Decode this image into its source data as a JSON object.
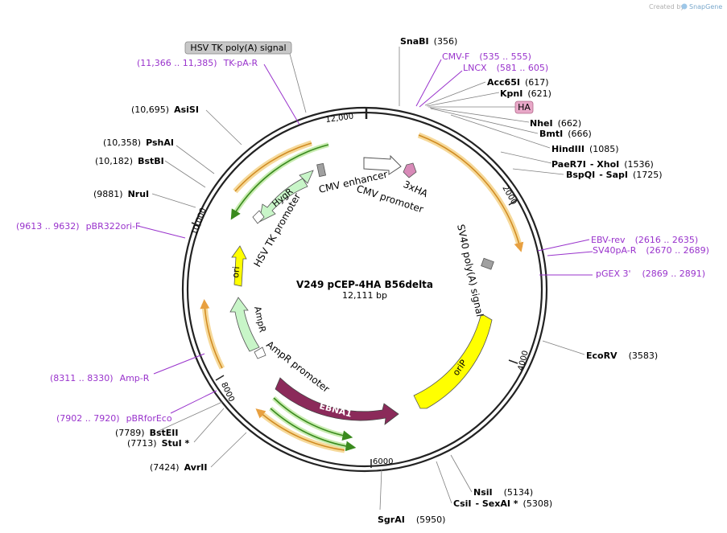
{
  "credit": "Created by",
  "brand": "SnapGene",
  "plasmid": {
    "name": "V249 pCEP-4HA B56delta",
    "size": "12,111 bp"
  },
  "ticks": [
    "2000",
    "4000",
    "6000",
    "8000",
    "10,000",
    "12,000"
  ],
  "features": {
    "cmv_enhancer": "CMV enhancer",
    "cmv_promoter": "CMV promoter",
    "tag": "3xHA",
    "sv40": "SV40 poly(A) signal",
    "orip": "oriP",
    "ebna1": "EBNA1",
    "ampr_promoter": "AmpR promoter",
    "ampr": "AmpR",
    "ori": "ori",
    "hsv_tk_promoter": "HSV TK promoter",
    "hygr": "HygR",
    "hsv_polya": "HSV TK poly(A) signal",
    "ha_box": "HA"
  },
  "sites": {
    "snabi": {
      "name": "SnaBI",
      "pos": "(356)"
    },
    "acc65i": {
      "name": "Acc65I",
      "pos": "(617)"
    },
    "kpni": {
      "name": "KpnI",
      "pos": "(621)"
    },
    "nhei": {
      "name": "NheI",
      "pos": "(662)"
    },
    "bmti": {
      "name": "BmtI",
      "pos": "(666)"
    },
    "hindiii": {
      "name": "HindIII",
      "pos": "(1085)"
    },
    "paer7i": {
      "name": "PaeR7I",
      "sep": "- XhoI",
      "pos": "(1536)"
    },
    "bspqi": {
      "name": "BspQI",
      "sep": "- SapI",
      "pos": "(1725)"
    },
    "ecorv": {
      "name": "EcoRV",
      "pos": "(3583)"
    },
    "nsii": {
      "name": "NsiI",
      "pos": "(5134)"
    },
    "csii": {
      "name": "CsiI",
      "sep": "- SexAI *",
      "pos": "(5308)"
    },
    "sgrai": {
      "name": "SgrAI",
      "pos": "(5950)"
    },
    "avrii": {
      "name": "AvrII",
      "pos": "(7424)"
    },
    "stui": {
      "name": "StuI *",
      "pos": "(7713)"
    },
    "bsteii": {
      "name": "BstEII",
      "pos": "(7789)"
    },
    "nrui": {
      "name": "NruI",
      "pos": "(9881)"
    },
    "bstbi": {
      "name": "BstBI",
      "pos": "(10,182)"
    },
    "pshai": {
      "name": "PshAI",
      "pos": "(10,358)"
    },
    "asisi": {
      "name": "AsiSI",
      "pos": "(10,695)"
    }
  },
  "primers": {
    "cmvf": {
      "name": "CMV-F",
      "pos": "(535 .. 555)"
    },
    "lncx": {
      "name": "LNCX",
      "pos": "(581 .. 605)"
    },
    "ebvrev": {
      "name": "EBV-rev",
      "pos": "(2616 .. 2635)"
    },
    "sv40par": {
      "name": "SV40pA-R",
      "pos": "(2670 .. 2689)"
    },
    "pgex3": {
      "name": "pGEX 3'",
      "pos": "(2869 .. 2891)"
    },
    "ampr": {
      "name": "Amp-R",
      "pos": "(8311 .. 8330)"
    },
    "pbrforeco": {
      "name": "pBRforEco",
      "pos": "(7902 .. 7920)"
    },
    "pbr322": {
      "name": "pBR322ori-F",
      "pos": "(9613 .. 9632)"
    },
    "tkpar": {
      "name": "TK-pA-R",
      "pos": "(11,366 .. 11,385)"
    }
  },
  "colors": {
    "backbone": "#222222",
    "orange_arc": "#e8a040",
    "orange_glow": "#f6d99a",
    "green_arc": "#3a8a1e",
    "green_glow": "#c8ecb0",
    "ebna1": "#8b2a5a",
    "orip": "#ffff00",
    "ori": "#ffff00",
    "hygr": "#c8f5c8",
    "ampr": "#c8f5c8",
    "primer": "#9933cc",
    "ha_box": "#e8a8c8",
    "gray_box": "#c8c8c8"
  }
}
